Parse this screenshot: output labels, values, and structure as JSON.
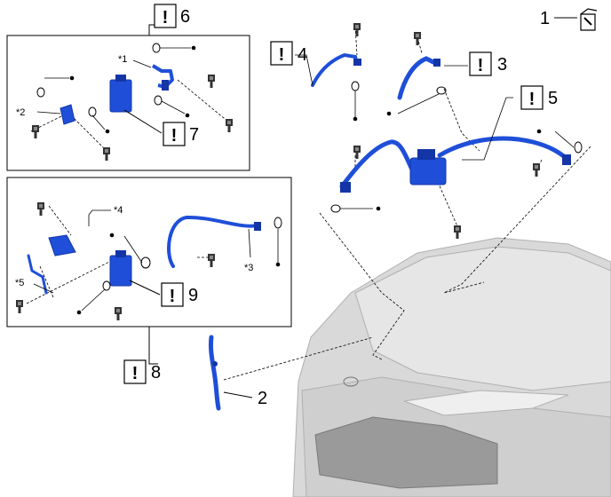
{
  "colors": {
    "part_blue": "#1f4fd8",
    "part_blue_dark": "#1435a6",
    "car_gray": "#d9d9d9",
    "car_gray_dark": "#b0b0b0",
    "line": "#000000"
  },
  "warning_symbol": "!",
  "callouts": {
    "c1": "1",
    "c2": "2",
    "c3": "3",
    "c4": "4",
    "c5": "5",
    "c6": "6",
    "c7": "7",
    "c8": "8",
    "c9": "9"
  },
  "sub_labels": {
    "s1": "*1",
    "s2": "*2",
    "s3": "*3",
    "s4": "*4",
    "s5": "*5"
  },
  "icons": {
    "legend": "grease-can-icon",
    "warning": "warning-box-icon",
    "bolt": "bolt-icon",
    "oring": "o-ring-icon"
  }
}
